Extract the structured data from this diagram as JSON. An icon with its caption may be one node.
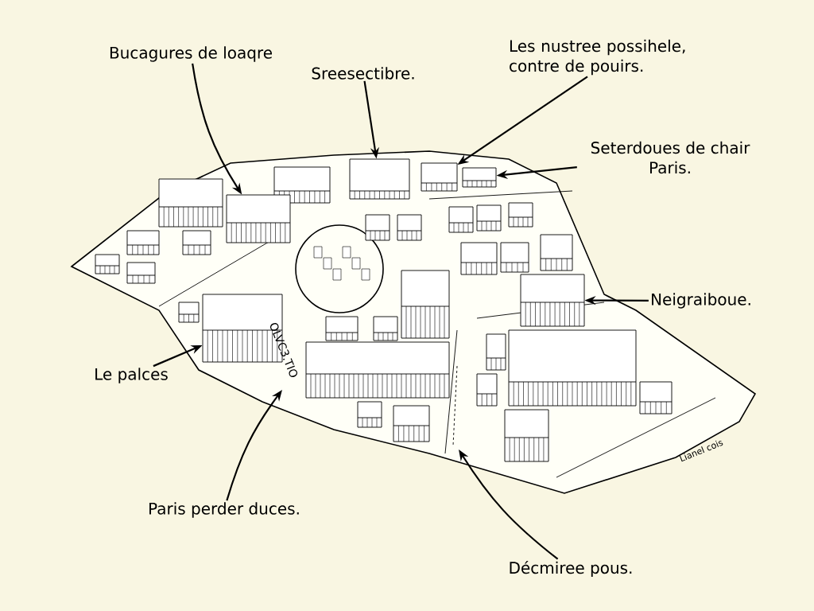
{
  "diagram": {
    "nodes": [
      {
        "text": [
          "Bucagures de loaqre"
        ]
      },
      {
        "text": [
          "Sreesectibre."
        ]
      },
      {
        "text": [
          "Les nustree possihele, contre de pouirs."
        ]
      },
      {
        "text": [
          "Seterdoues de chair Paris."
        ]
      },
      {
        "text": [
          "Neigraiboue."
        ]
      },
      {
        "text": [
          "Le palces"
        ]
      },
      {
        "text": [
          "Paris perder duces."
        ]
      },
      {
        "text": [
          "Décmiree pous."
        ]
      },
      {
        "text": [],
        "shape": "box"
      },
      {
        "text": [],
        "shape": "box"
      },
      {
        "text": [],
        "shape": "box"
      },
      {
        "text": [],
        "shape": "box"
      },
      {
        "text": [],
        "shape": "box"
      },
      {
        "text": [],
        "shape": "box"
      },
      {
        "text": [],
        "shape": "box"
      },
      {
        "text": [],
        "shape": "box"
      },
      {
        "text": [],
        "shape": "box"
      },
      {
        "text": [],
        "shape": "box"
      },
      {
        "text": [],
        "shape": "box"
      },
      {
        "text": [],
        "shape": "box"
      },
      {
        "text": [],
        "shape": "box"
      },
      {
        "text": [],
        "shape": "box"
      },
      {
        "text": [],
        "shape": "box"
      },
      {
        "text": [],
        "shape": "box"
      },
      {
        "text": [],
        "shape": "box"
      },
      {
        "text": [],
        "shape": "box"
      },
      {
        "text": [],
        "shape": "box"
      },
      {
        "text": [],
        "shape": "box"
      },
      {
        "text": [],
        "shape": "box"
      },
      {
        "text": [],
        "shape": "box"
      },
      {
        "text": [],
        "shape": "box"
      },
      {
        "text": [],
        "shape": "box"
      },
      {
        "text": [],
        "shape": "box"
      },
      {
        "text": [],
        "shape": "box"
      },
      {
        "text": [],
        "shape": "box"
      },
      {
        "text": [],
        "shape": "box"
      },
      {
        "text": [],
        "shape": "box"
      },
      {
        "text": [],
        "shape": "box"
      },
      {
        "text": [],
        "shape": "box"
      },
      {
        "text": [],
        "shape": "box"
      }
    ],
    "edges": [
      {
        "from": 0,
        "to": 13,
        "arrow": "to"
      },
      {
        "from": 1,
        "to": 8,
        "arrow": "to"
      },
      {
        "from": 2,
        "to": 9,
        "arrow": "to"
      },
      {
        "from": 3,
        "to": 11,
        "arrow": "to"
      },
      {
        "from": 4,
        "to": 27,
        "arrow": "to"
      },
      {
        "from": 5,
        "to": 28,
        "arrow": "to"
      },
      {
        "from": 6,
        "to": null,
        "arrow": "to"
      },
      {
        "from": 7,
        "to": null,
        "arrow": "to"
      }
    ],
    "labels": [
      "OLVC3.TIO",
      "Lianel cois"
    ]
  }
}
